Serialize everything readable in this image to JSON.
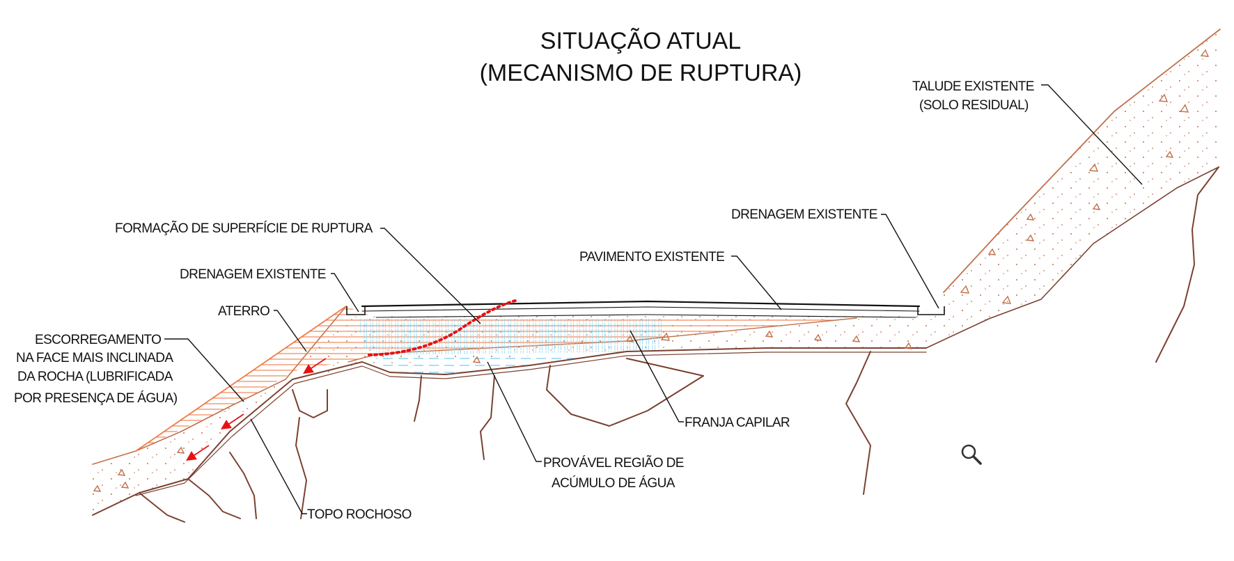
{
  "title": {
    "line1": "SITUAÇÃO ATUAL",
    "line2": "(MECANISMO DE RUPTURA)"
  },
  "labels": {
    "talude_existente_1": "TALUDE EXISTENTE",
    "talude_existente_2": "(SOLO RESIDUAL)",
    "drenagem_existente_right": "DRENAGEM EXISTENTE",
    "formacao_superficie_ruptura": "FORMAÇÃO DE SUPERFÍCIE DE RUPTURA",
    "pavimento_existente": "PAVIMENTO EXISTENTE",
    "drenagem_existente_left": "DRENAGEM EXISTENTE",
    "aterro": "ATERRO",
    "escorregamento_1": "ESCORREGAMENTO",
    "escorregamento_2": "NA FACE MAIS INCLINADA",
    "escorregamento_3": "DA ROCHA (LUBRIFICADA",
    "escorregamento_4": "POR PRESENÇA DE ÁGUA)",
    "franja_capilar": "FRANJA CAPILAR",
    "provavel_regiao_1": "PROVÁVEL REGIÃO DE",
    "provavel_regiao_2": "ACÚMULO DE ÁGUA",
    "topo_rochoso": "TOPO ROCHOSO"
  },
  "colors": {
    "soil_outline": "#c0704a",
    "fill_orange": "#f07a45",
    "rock": "#7a4030",
    "water_blue": "#7ad0f0",
    "rupture_red": "#e81010",
    "text": "#111111"
  },
  "icons": {
    "zoom": "magnifier-icon"
  }
}
